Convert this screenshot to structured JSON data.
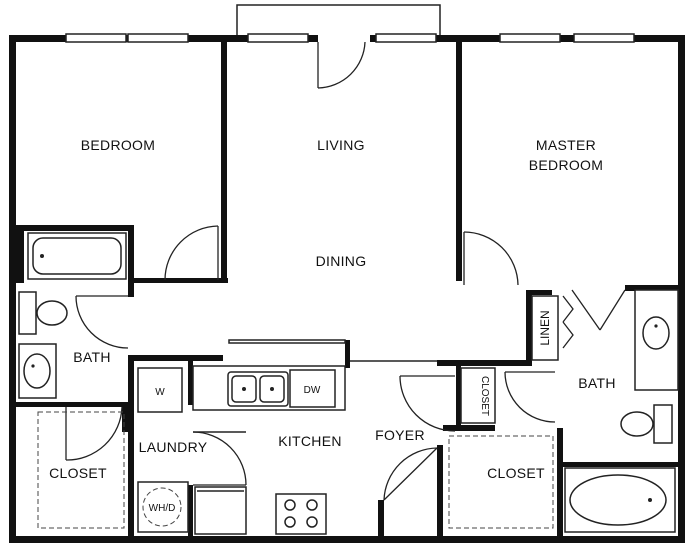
{
  "rooms": {
    "bedroom": "BEDROOM",
    "living": "LIVING",
    "master_line1": "MASTER",
    "master_line2": "BEDROOM",
    "dining": "DINING",
    "bath_left": "BATH",
    "bath_right": "BATH",
    "linen": "LINEN",
    "closet_small": "CLOSET",
    "laundry": "LAUNDRY",
    "kitchen": "KITCHEN",
    "foyer": "FOYER",
    "closet_left": "CLOSET",
    "closet_right": "CLOSET"
  },
  "appliances": {
    "washer": "W",
    "dishwasher": "DW",
    "water_heater_dryer": "WH/D"
  }
}
